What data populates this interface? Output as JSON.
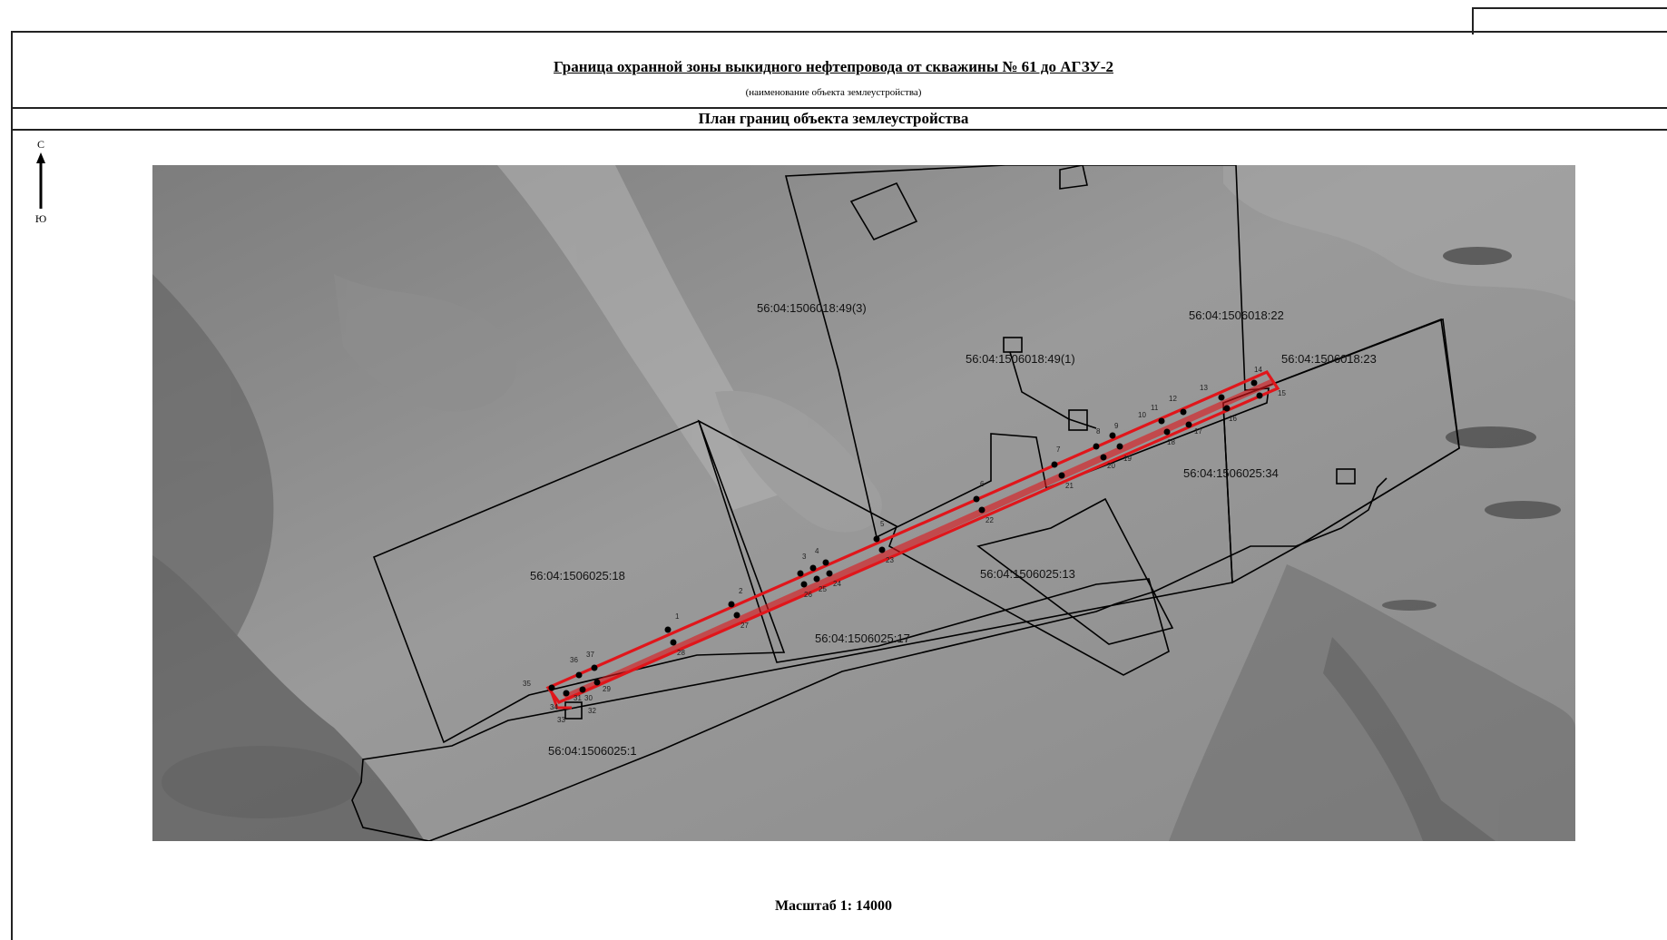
{
  "header": {
    "title": "Граница охранной зоны выкидного нефтепровода от скважины № 61 до АГЗУ-2",
    "subtitle": "(наименование объекта землеустройства)",
    "plan_title": "План границ объекта землеустройства"
  },
  "compass": {
    "north": "С",
    "south": "Ю"
  },
  "map": {
    "parcels": [
      "56:04:1506018:49(3)",
      "56:04:1506018:22",
      "56:04:1506018:49(1)",
      "56:04:1506018:23",
      "56:04:1506025:34",
      "56:04:1506025:18",
      "56:04:1506025:13",
      "56:04:1506025:17",
      "56:04:1506025:1"
    ],
    "point_numbers": [
      "1",
      "2",
      "3",
      "4",
      "5",
      "6",
      "7",
      "8",
      "9",
      "10",
      "11",
      "12",
      "13",
      "14",
      "15",
      "16",
      "17",
      "18",
      "19",
      "20",
      "21",
      "22",
      "23",
      "24",
      "25",
      "26",
      "27",
      "28",
      "29",
      "30",
      "31",
      "32",
      "33",
      "34",
      "35",
      "36",
      "37"
    ]
  },
  "colors": {
    "pipeline_zone": "#e0161b",
    "boundary": "#000000"
  },
  "footer": {
    "scale": "Масштаб 1: 14000"
  }
}
